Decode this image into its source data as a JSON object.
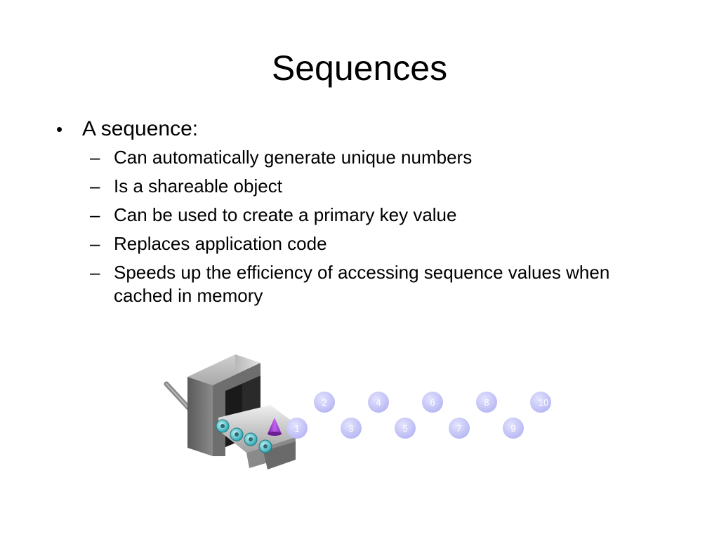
{
  "slide": {
    "title": "Sequences",
    "main_bullet": "A sequence:",
    "sub_bullets": [
      "Can automatically generate unique numbers",
      "Is a shareable object",
      "Can be used to create a primary key value",
      "Replaces application code",
      "Speeds up the efficiency of accessing sequence values when cached in memory"
    ],
    "bullet_marker": "•",
    "sub_marker": "–"
  },
  "illustration": {
    "balls_top": [
      "2",
      "4",
      "6",
      "8",
      "10"
    ],
    "balls_bottom": [
      "1",
      "3",
      "5",
      "7",
      "9"
    ],
    "ball_color": "#c8c8f8",
    "product_color": "#a040d0",
    "roller_color": "#40c0c8"
  }
}
